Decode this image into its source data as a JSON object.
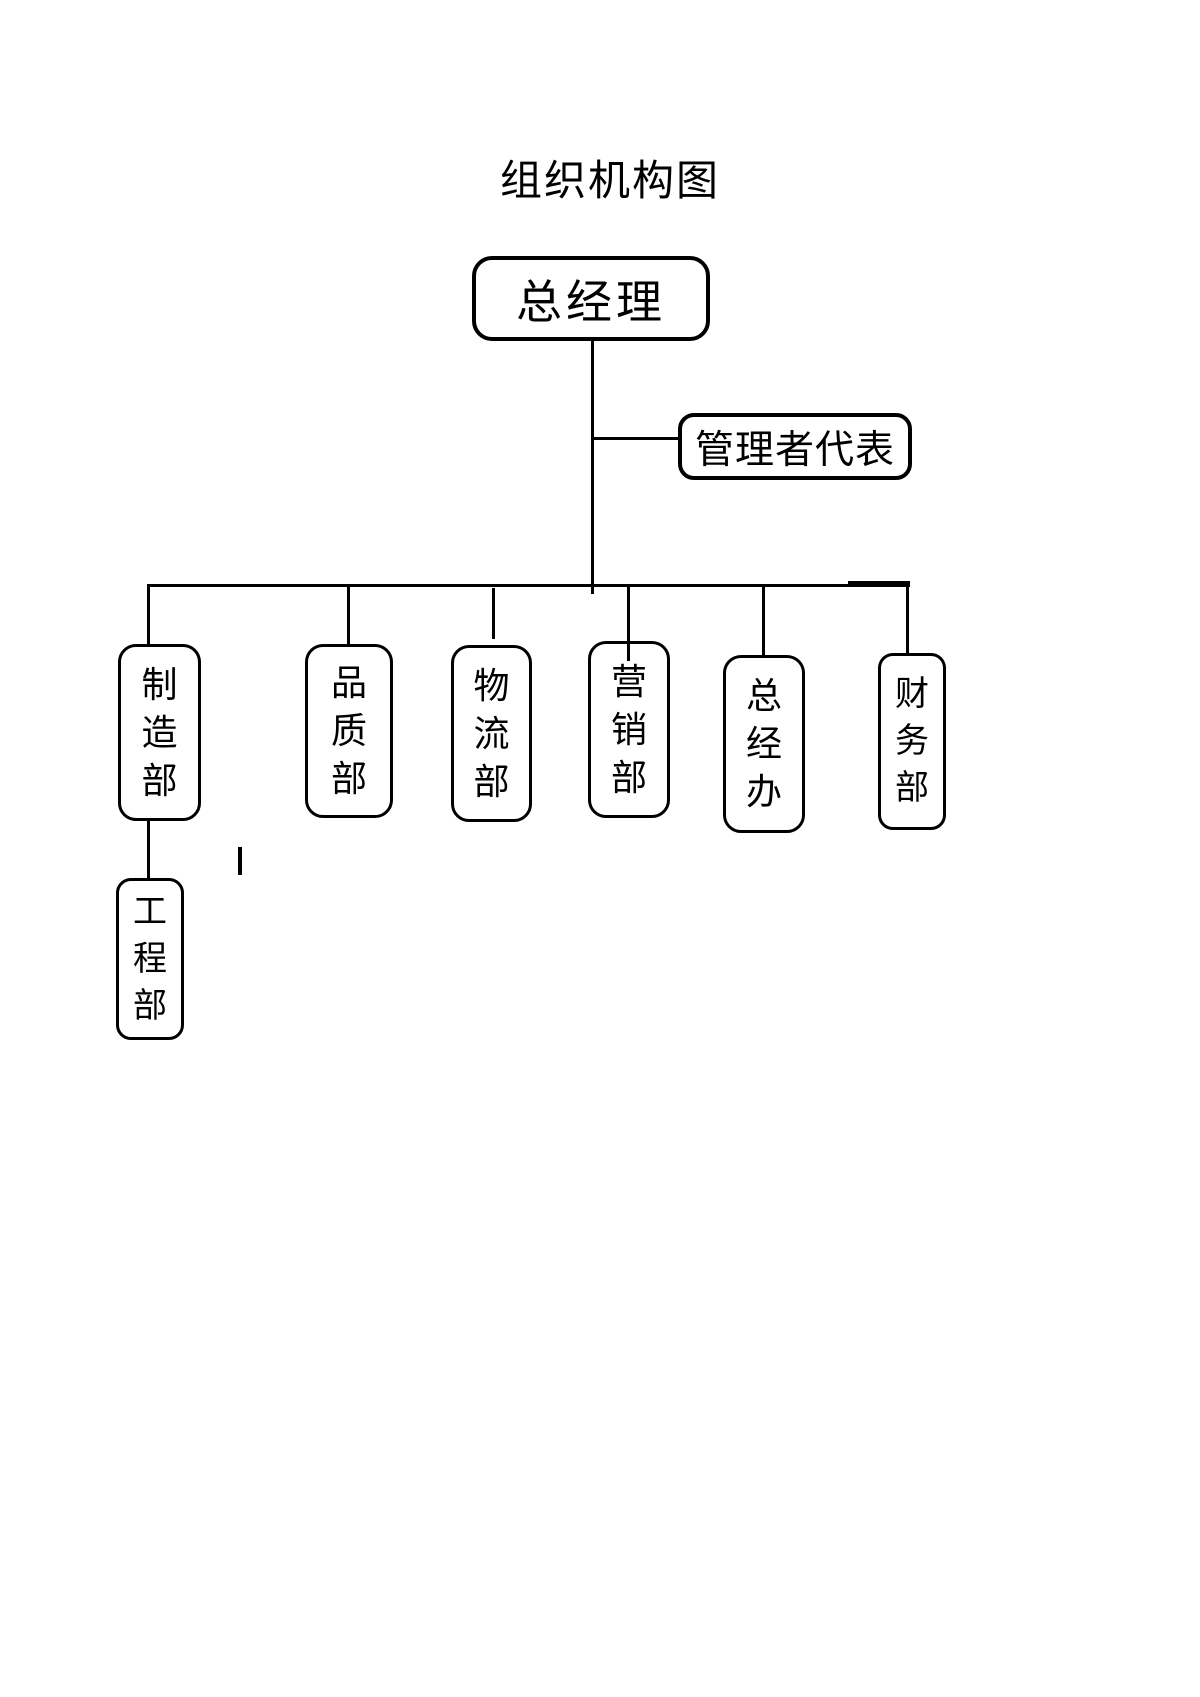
{
  "page": {
    "title": "组织机构图",
    "background": "#ffffff",
    "ink": "#000000"
  },
  "nodes": {
    "general_manager": "总经理",
    "management_rep": "管理者代表",
    "manufacturing": "制造部",
    "quality": "品质部",
    "logistics": "物流部",
    "marketing": "营销部",
    "gm_office": "总经办",
    "finance": "财务部",
    "engineering": "工程部"
  },
  "hierarchy": {
    "root": "总经理",
    "staff_of_root": [
      "管理者代表"
    ],
    "children_of_root": [
      "制造部",
      "品质部",
      "物流部",
      "营销部",
      "总经办",
      "财务部"
    ],
    "children_of_manufacturing": [
      "工程部"
    ]
  }
}
